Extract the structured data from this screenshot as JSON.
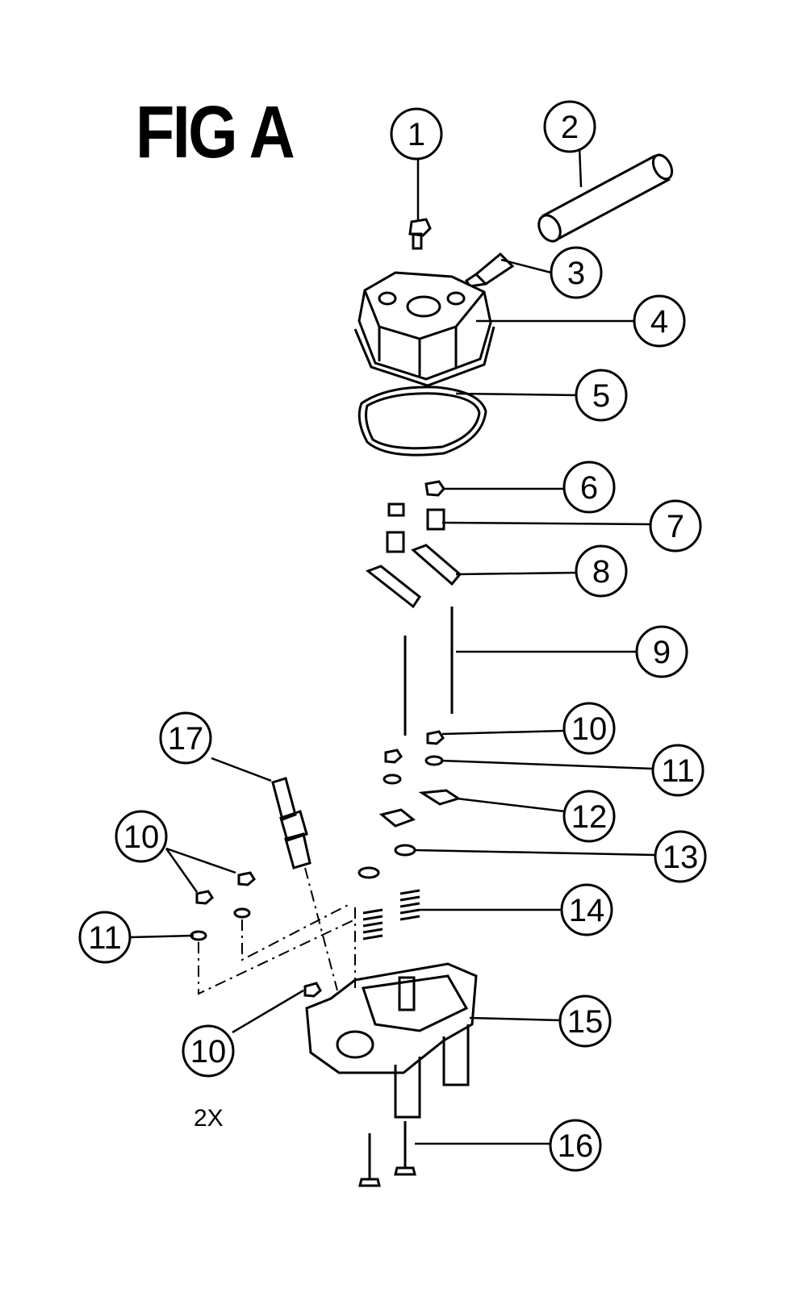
{
  "figure": {
    "title": "FIG A",
    "quantity_note": "2X"
  },
  "callouts": {
    "c1": "1",
    "c2": "2",
    "c3": "3",
    "c4": "4",
    "c5": "5",
    "c6": "6",
    "c7": "7",
    "c8": "8",
    "c9": "9",
    "c10a": "10",
    "c10b": "10",
    "c10c": "10",
    "c11a": "11",
    "c11b": "11",
    "c12": "12",
    "c13": "13",
    "c14": "14",
    "c15": "15",
    "c16": "16",
    "c17": "17"
  }
}
